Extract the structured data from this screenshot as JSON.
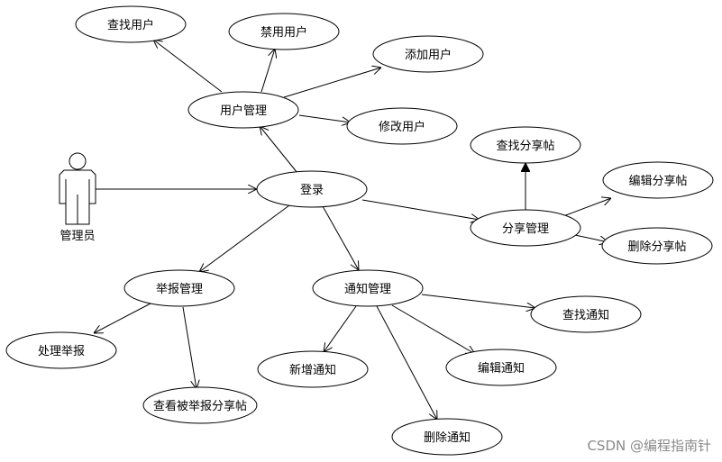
{
  "actor": {
    "label": "管理员"
  },
  "use_cases": {
    "login": "登录",
    "user_mgmt": "用户管理",
    "find_user": "查找用户",
    "ban_user": "禁用用户",
    "add_user": "添加用户",
    "modify_user": "修改用户",
    "share_mgmt": "分享管理",
    "find_share": "查找分享帖",
    "edit_share": "编辑分享帖",
    "delete_share": "删除分享帖",
    "report_mgmt": "举报管理",
    "handle_report": "处理举报",
    "view_reported": "查看被举报分享帖",
    "notice_mgmt": "通知管理",
    "find_notice": "查找通知",
    "add_notice": "新增通知",
    "edit_notice": "编辑通知",
    "delete_notice": "删除通知"
  },
  "watermark": "CSDN @编程指南针"
}
